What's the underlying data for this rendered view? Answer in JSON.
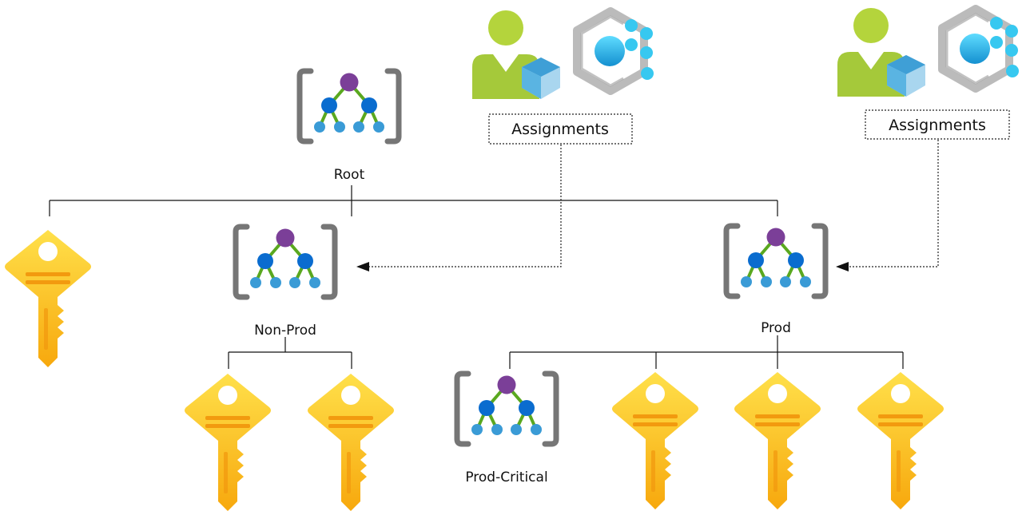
{
  "labels": {
    "root": "Root",
    "non_prod": "Non-Prod",
    "prod": "Prod",
    "prod_critical": "Prod-Critical",
    "assignments_1": "Assignments",
    "assignments_2": "Assignments"
  },
  "icons": {
    "management_group": "management-group-icon",
    "subscription": "subscription-key-icon",
    "user_role": "user-role-icon",
    "policy": "policy-hexagon-icon"
  },
  "colors": {
    "bracket": "#767676",
    "node_top": "#7b3f98",
    "node_mid": "#0a6ccf",
    "node_leaf": "#3a9bd6",
    "branch": "#5aa81f",
    "key_light": "#ffd93a",
    "key_dark": "#f5a30a",
    "user": "#a5c93a",
    "hex": "#bbbbbb",
    "hex_dot": "#2fc6ee"
  }
}
